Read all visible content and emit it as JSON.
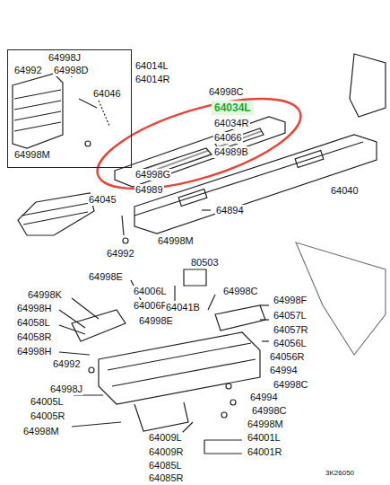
{
  "diagram": {
    "nodes": [
      {
        "text": [
          "64998J",
          "64992",
          "64998D",
          "64046",
          "64998M"
        ]
      },
      {
        "text": [
          "64034L"
        ]
      }
    ],
    "labels": [
      "64014L",
      "64014R",
      "64998C",
      "64034R",
      "64066",
      "64989B",
      "64998G",
      "64989",
      "64040",
      "64045",
      "64894",
      "64998M",
      "64992",
      "64998E",
      "80503",
      "64006L",
      "64998C",
      "64998K",
      "64006R",
      "64998F",
      "64998H",
      "64041B",
      "64057L",
      "64998E",
      "64058L",
      "64057R",
      "64058R",
      "64056L",
      "64998H",
      "64056R",
      "64992",
      "64994",
      "64998C",
      "64998J",
      "64994",
      "64005L",
      "64998C",
      "64005R",
      "64998M",
      "64998M",
      "64001L",
      "64009L",
      "64001R",
      "64009R",
      "64085L",
      "64085R",
      "3K26050"
    ]
  }
}
